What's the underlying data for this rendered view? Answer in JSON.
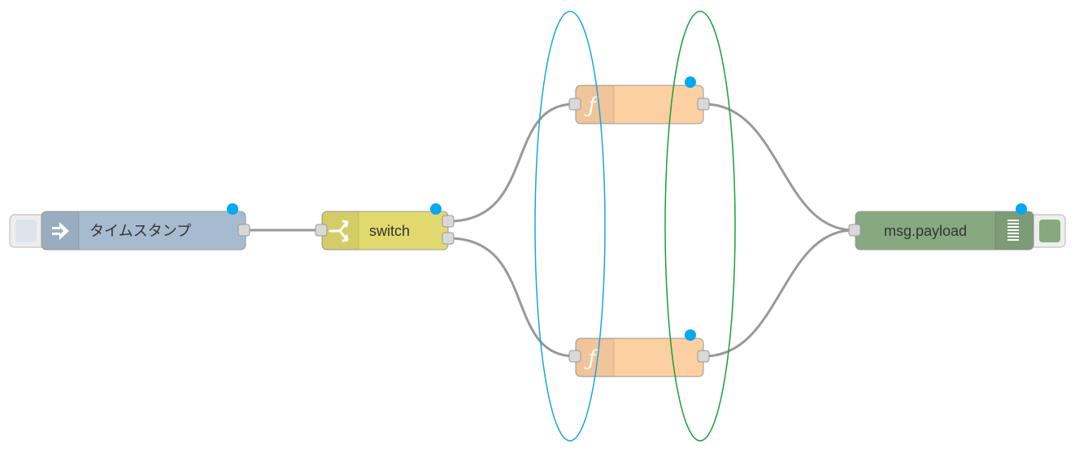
{
  "colors": {
    "wire": "#999999",
    "inject": "#a6bbcf",
    "switch": "#e2d96e",
    "function": "#fdd0a2",
    "debug": "#87a980",
    "changed_badge": "#00a9f1",
    "highlight_blue": "#19a6e0",
    "highlight_green": "#1a9e3c"
  },
  "nodes": {
    "inject": {
      "label": "タイムスタンプ",
      "icon": "arrow-in-icon"
    },
    "switch": {
      "label": "switch",
      "icon": "switch-icon"
    },
    "function_top": {
      "label": "",
      "icon": "function-icon"
    },
    "function_bottom": {
      "label": "",
      "icon": "function-icon"
    },
    "debug": {
      "label": "msg.payload",
      "icon": "debug-list-icon"
    }
  }
}
